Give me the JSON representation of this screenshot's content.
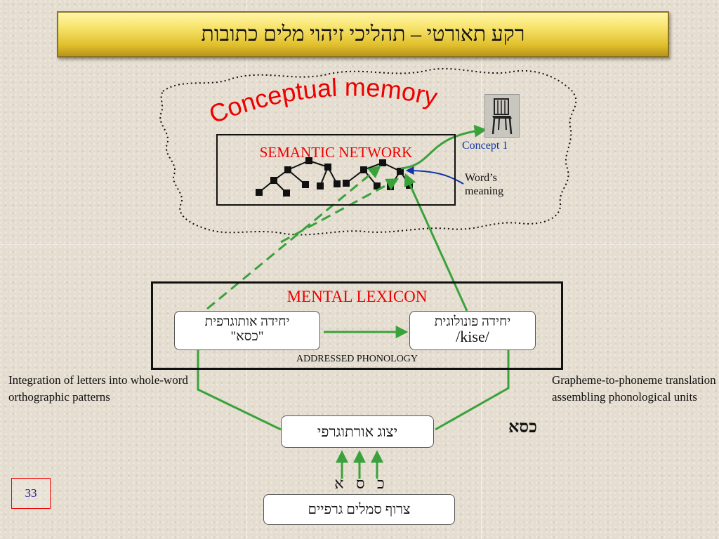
{
  "title": "רקע תאורטי – תהליכי זיהוי מלים כתובות",
  "conceptual_memory": "Conceptual memory",
  "semantic_network": {
    "title": "SEMANTIC NETWORK",
    "concept_label": "Concept 1",
    "meaning_label": "Word’s meaning"
  },
  "mental_lexicon": {
    "title": "MENTAL LEXICON",
    "orthographic_unit": {
      "line1": "יחידה אותוגרפית",
      "line2": "\"כסא\""
    },
    "phonological_unit": {
      "line1": "יחידה פונולוגית",
      "line2": "/kise/"
    },
    "addressed_phonology": "ADDRESSED PHONOLOGY"
  },
  "left_note": "Integration of letters into whole-word orthographic patterns",
  "right_note": "Grapheme-to-phoneme translation assembling phonological units",
  "orthographic_display": "יצוג אורתוגרפי",
  "word": "כסא",
  "letters": "כ ס א",
  "graphic_symbols": "צרוף סמלים גרפיים",
  "page_number": "33",
  "colors": {
    "accent_red": "#e00000",
    "arrow_green": "#3aa23a",
    "concept_blue": "#1034a6",
    "title_gold": "#e9cc3f"
  }
}
